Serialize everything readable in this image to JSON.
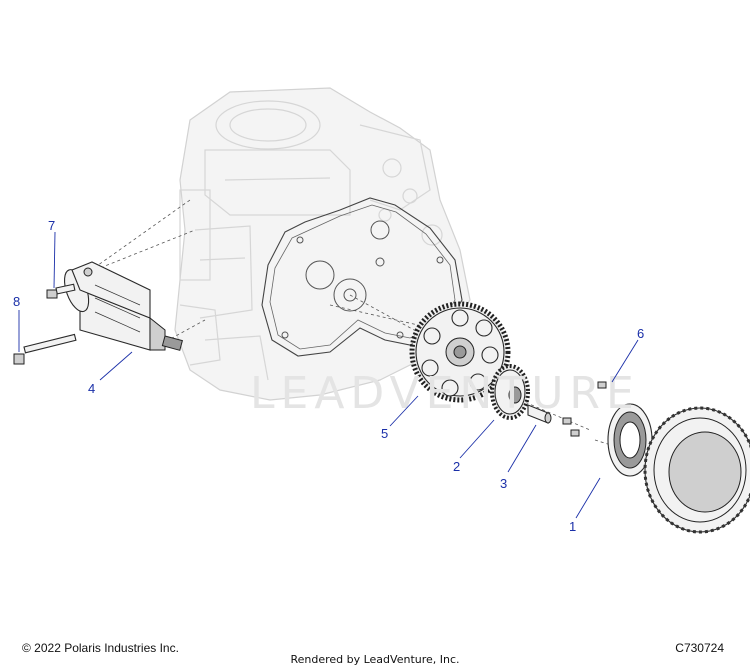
{
  "diagram": {
    "watermark": "LEADVENTURE",
    "callouts": [
      {
        "id": "1",
        "label": "1"
      },
      {
        "id": "2",
        "label": "2"
      },
      {
        "id": "3",
        "label": "3"
      },
      {
        "id": "4",
        "label": "4"
      },
      {
        "id": "5",
        "label": "5"
      },
      {
        "id": "6",
        "label": "6"
      },
      {
        "id": "7",
        "label": "7"
      },
      {
        "id": "8",
        "label": "8"
      }
    ],
    "colors": {
      "callout": "#1a2fa8",
      "outline": "#2a2a2a",
      "ghost": "#d6d6d6"
    }
  },
  "footer": {
    "copyright": "© 2022 Polaris Industries Inc.",
    "diagram_code": "C730724",
    "rendered_by": "Rendered by LeadVenture, Inc."
  }
}
